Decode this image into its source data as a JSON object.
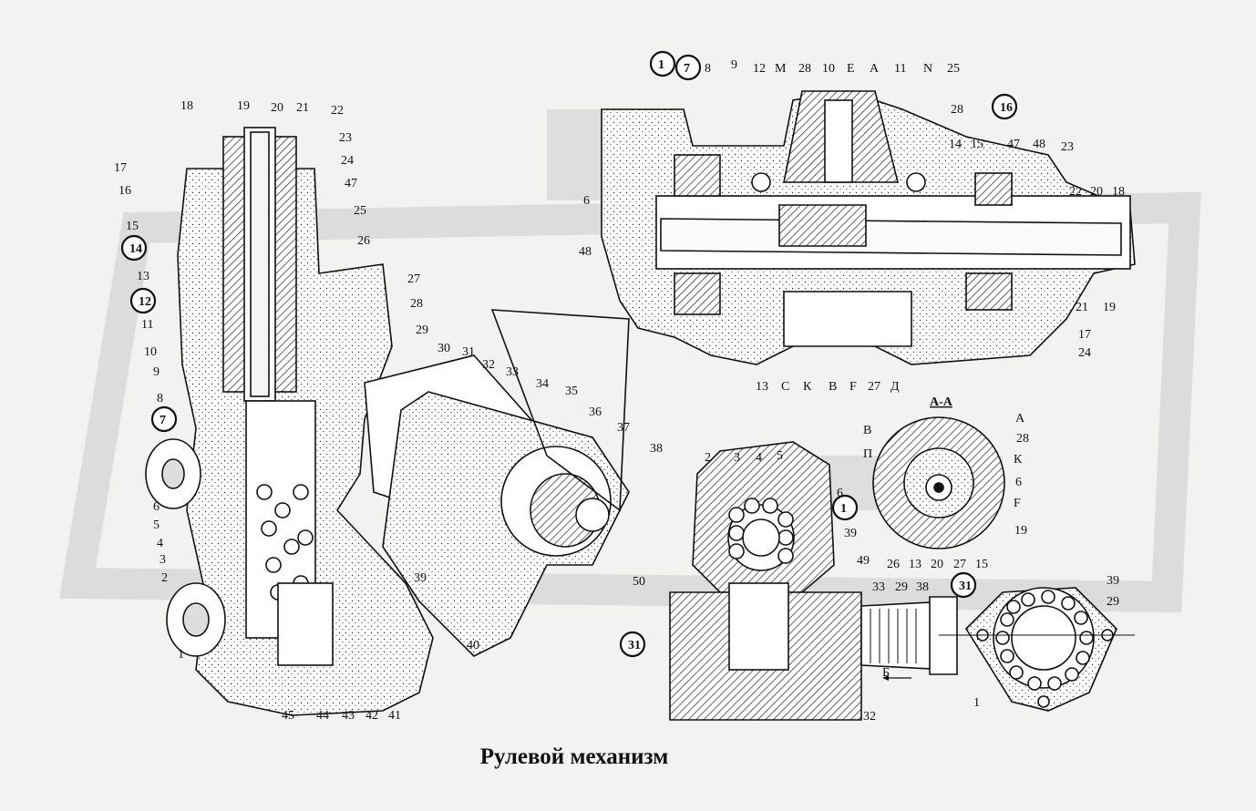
{
  "title": "Рулевой механизм",
  "section_label": "А-А",
  "arrow_label": "Б",
  "circled_labels": [
    "1",
    "9",
    "16",
    "31"
  ],
  "left_view_labels": [
    "18",
    "19",
    "20",
    "21",
    "22",
    "23",
    "24",
    "47",
    "25",
    "26",
    "17",
    "16",
    "15",
    "14",
    "13",
    "12",
    "11",
    "10",
    "9",
    "8",
    "7",
    "6",
    "5",
    "4",
    "3",
    "2",
    "1",
    "27",
    "28",
    "29",
    "30",
    "31",
    "32",
    "33",
    "34",
    "35",
    "36",
    "37",
    "38",
    "39",
    "40",
    "41",
    "42",
    "43",
    "44",
    "45"
  ],
  "top_view_labels": [
    "1",
    "7",
    "8",
    "9",
    "12",
    "М",
    "28",
    "10",
    "Е",
    "А",
    "11",
    "N",
    "25",
    "16",
    "28",
    "14",
    "15",
    "47",
    "48",
    "23",
    "6",
    "48",
    "22",
    "20",
    "18",
    "21",
    "19",
    "17",
    "24",
    "13",
    "С",
    "К",
    "В",
    "F",
    "27",
    "Д"
  ],
  "section_view_labels": [
    "В",
    "А",
    "28",
    "П",
    "К",
    "6",
    "F",
    "19",
    "26",
    "13",
    "20",
    "27",
    "15"
  ],
  "bottom_view_labels": [
    "2",
    "3",
    "4",
    "5",
    "6",
    "1",
    "39",
    "49",
    "50",
    "33",
    "29",
    "38",
    "31",
    "32"
  ],
  "right_view_labels": [
    "31",
    "39",
    "29",
    "1"
  ]
}
